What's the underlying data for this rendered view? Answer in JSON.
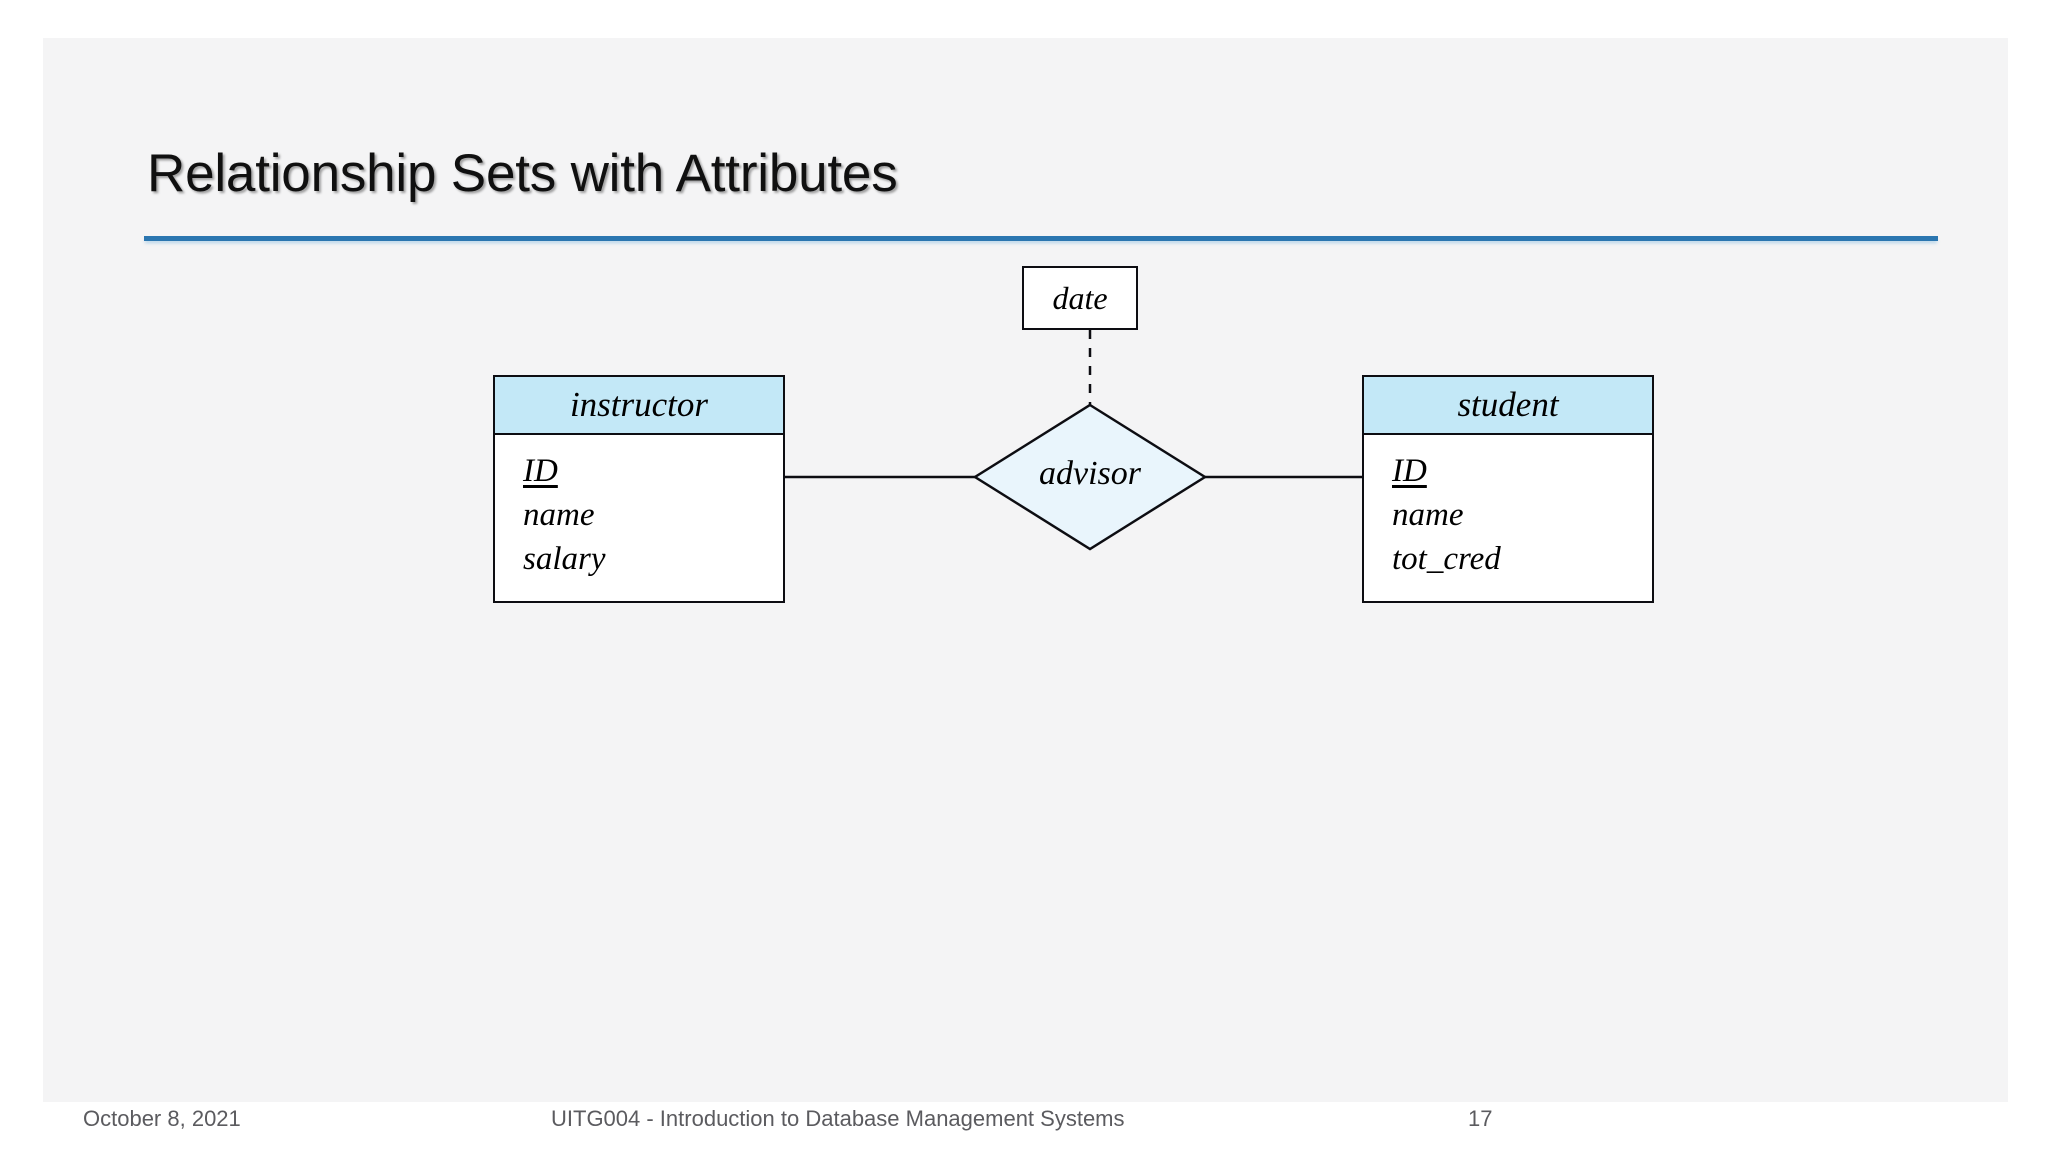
{
  "slide": {
    "title": "Relationship Sets with Attributes",
    "accent_color": "#2b76b0",
    "background_color": "#f4f4f5",
    "entity_header_color": "#c3e8f7",
    "relationship_fill_color": "#e9f5fc"
  },
  "diagram": {
    "type": "er-diagram",
    "entities": [
      {
        "name": "instructor",
        "attributes": [
          {
            "label": "ID",
            "key": true
          },
          {
            "label": "name",
            "key": false
          },
          {
            "label": "salary",
            "key": false
          }
        ]
      },
      {
        "name": "student",
        "attributes": [
          {
            "label": "ID",
            "key": true
          },
          {
            "label": "name",
            "key": false
          },
          {
            "label": "tot_cred",
            "key": false
          }
        ]
      }
    ],
    "relationship": {
      "name": "advisor",
      "descriptive_attribute": "date"
    }
  },
  "footer": {
    "date": "October 8, 2021",
    "course": "UITG004 - Introduction to Database Management Systems",
    "page": "17"
  }
}
